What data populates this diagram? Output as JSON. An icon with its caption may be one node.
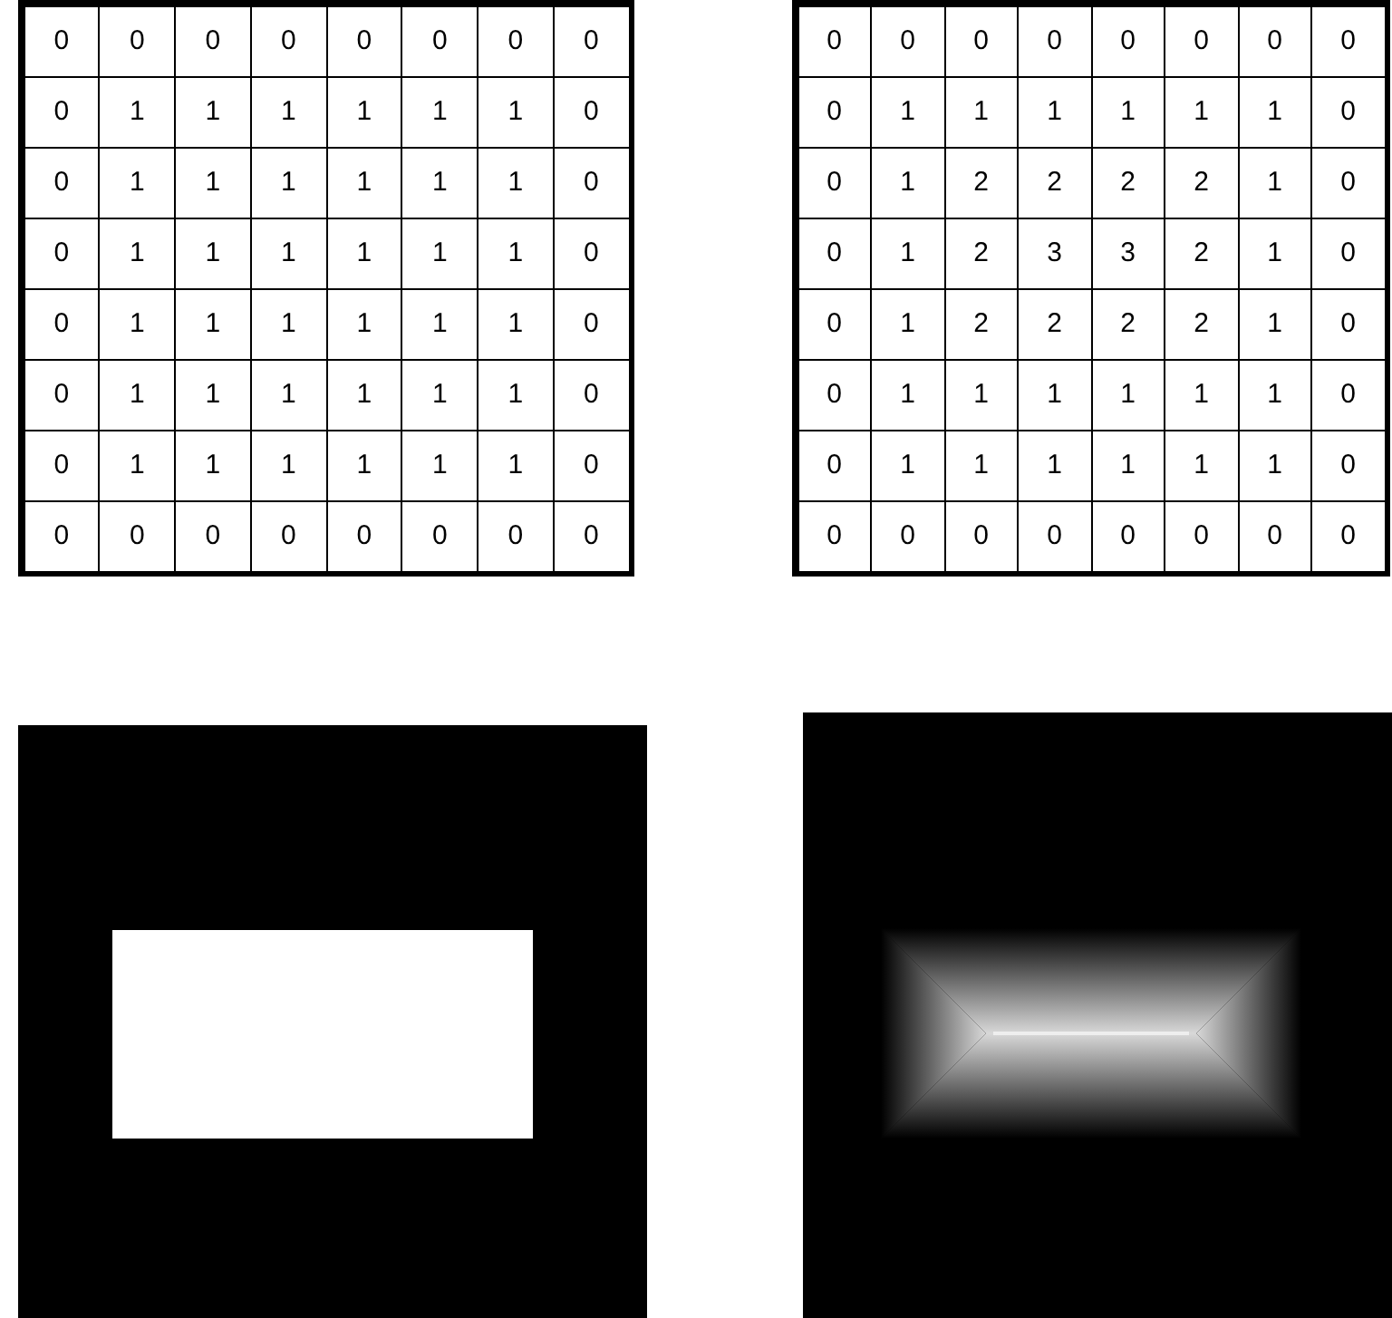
{
  "diagram": {
    "labels": [
      "0",
      "0",
      "0",
      "0",
      "0",
      "0",
      "0",
      "0",
      "0",
      "1",
      "1",
      "1",
      "1",
      "1",
      "1",
      "0",
      "0",
      "1",
      "1",
      "1",
      "1",
      "1",
      "1",
      "0",
      "0",
      "1",
      "1",
      "1",
      "1",
      "1",
      "1",
      "0",
      "0",
      "1",
      "1",
      "1",
      "1",
      "1",
      "1",
      "0",
      "0",
      "1",
      "1",
      "1",
      "1",
      "1",
      "1",
      "0",
      "0",
      "1",
      "1",
      "1",
      "1",
      "1",
      "1",
      "0",
      "0",
      "0",
      "0",
      "0",
      "0",
      "0",
      "0",
      "0",
      "0",
      "0",
      "0",
      "0",
      "0",
      "0",
      "0",
      "0",
      "0",
      "1",
      "1",
      "1",
      "1",
      "1",
      "1",
      "0",
      "0",
      "1",
      "2",
      "2",
      "2",
      "2",
      "1",
      "0",
      "0",
      "1",
      "2",
      "3",
      "3",
      "2",
      "1",
      "0",
      "0",
      "1",
      "2",
      "2",
      "2",
      "2",
      "1",
      "0",
      "0",
      "1",
      "1",
      "1",
      "1",
      "1",
      "1",
      "0",
      "0",
      "1",
      "1",
      "1",
      "1",
      "1",
      "1",
      "0",
      "0",
      "0",
      "0",
      "0",
      "0",
      "0",
      "0",
      "0"
    ]
  }
}
